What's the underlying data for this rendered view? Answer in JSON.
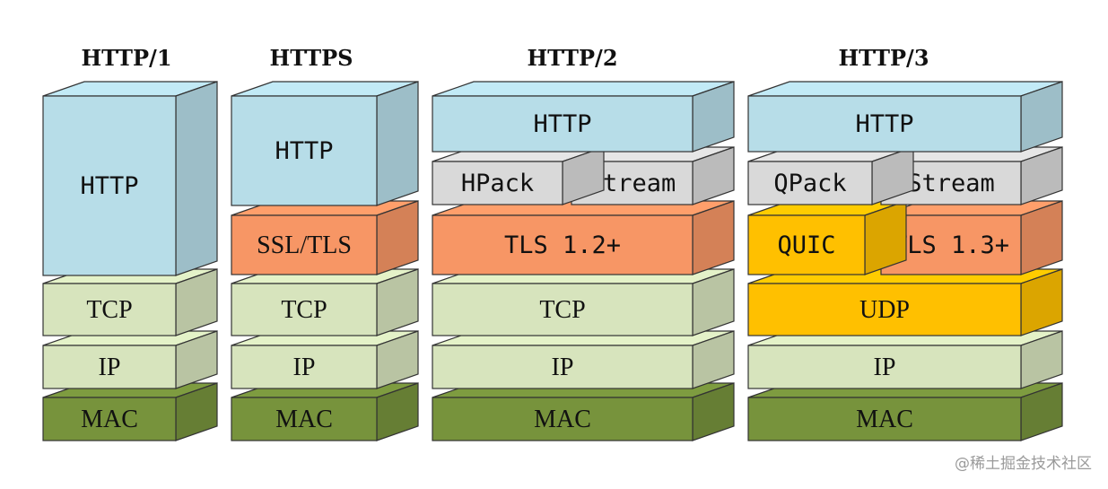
{
  "colors": {
    "http": "#b7dde8",
    "compress": "#d9d9d9",
    "tls": "#f79665",
    "quic": "#ffc000",
    "transport": "#d7e4bd",
    "mac": "#77933c",
    "stroke": "#333333"
  },
  "watermark": "@稀土掘金技术社区",
  "columns": [
    {
      "title": "HTTP/1",
      "layers": [
        {
          "label": "HTTP",
          "color": "http"
        },
        {
          "label": "TCP",
          "color": "transport"
        },
        {
          "label": "IP",
          "color": "transport"
        },
        {
          "label": "MAC",
          "color": "mac"
        }
      ]
    },
    {
      "title": "HTTPS",
      "layers": [
        {
          "label": "HTTP",
          "color": "http"
        },
        {
          "label": "SSL/TLS",
          "color": "tls"
        },
        {
          "label": "TCP",
          "color": "transport"
        },
        {
          "label": "IP",
          "color": "transport"
        },
        {
          "label": "MAC",
          "color": "mac"
        }
      ]
    },
    {
      "title": "HTTP/2",
      "layers": [
        {
          "label": "HTTP",
          "color": "http"
        },
        {
          "label": "HPack",
          "color": "compress"
        },
        {
          "label": "Stream",
          "color": "compress"
        },
        {
          "label": "TLS 1.2+",
          "color": "tls"
        },
        {
          "label": "TCP",
          "color": "transport"
        },
        {
          "label": "IP",
          "color": "transport"
        },
        {
          "label": "MAC",
          "color": "mac"
        }
      ]
    },
    {
      "title": "HTTP/3",
      "layers": [
        {
          "label": "HTTP",
          "color": "http"
        },
        {
          "label": "QPack",
          "color": "compress"
        },
        {
          "label": "Stream",
          "color": "compress"
        },
        {
          "label": "QUIC",
          "color": "quic"
        },
        {
          "label": "TLS 1.3+",
          "color": "tls"
        },
        {
          "label": "UDP",
          "color": "quic"
        },
        {
          "label": "IP",
          "color": "transport"
        },
        {
          "label": "MAC",
          "color": "mac"
        }
      ]
    }
  ]
}
